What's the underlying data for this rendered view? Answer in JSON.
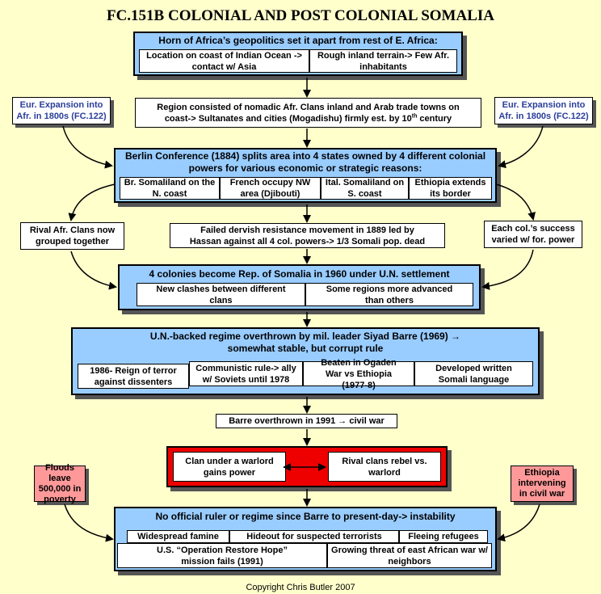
{
  "title": "FC.151B COLONIAL AND POST COLONIAL SOMALIA",
  "box1": {
    "heading": "Horn of Africa’s geopolitics set it apart from rest of E. Africa:",
    "items": [
      "Location on coast of Indian Ocean -> contact w/ Asia",
      "Rough inland terrain-> Few Afr. inhabitants"
    ]
  },
  "region_box": {
    "line1": "Region consisted of nomadic Afr. Clans inland and Arab trade towns on",
    "line2": "coast-> Sultanates and cities (Mogadishu) firmly est. by 10",
    "sup": "th",
    "line2_end": " century"
  },
  "eur_left": "Eur. Expansion into Afr. in 1800s (FC.122)",
  "eur_right": "Eur. Expansion into Afr. in 1800s (FC.122)",
  "box2": {
    "heading": "Berlin Conference (1884) splits area into 4 states owned by 4 different colonial powers for various economic or strategic reasons:",
    "items": [
      "Br. Somaliland on the N. coast",
      "French occupy NW area (Djibouti)",
      "Ital. Somaliland on S. coast",
      "Ethiopia extends its border"
    ]
  },
  "rival_clans": "Rival Afr. Clans now grouped together",
  "dervish": "Failed dervish resistance movement in 1889 led by Hassan against all 4 col. powers-> 1/3 Somali pop. dead",
  "col_success": "Each col.’s success varied w/ for. power",
  "box3": {
    "heading": "4 colonies become Rep. of Somalia in 1960 under U.N. settlement",
    "items": [
      "New clashes between different clans",
      "Some regions more advanced than others"
    ]
  },
  "box4": {
    "heading": "U.N.-backed regime overthrown by mil. leader Siyad Barre (1969) → somewhat stable, but corrupt rule",
    "items": [
      "1986- Reign of terror against dissenters",
      "Communistic rule-> ally w/ Soviets until 1978",
      "Beaten in Ogaden War vs Ethiopia (1977-8)",
      "Developed written Somali language"
    ]
  },
  "barre_overthrown": "Barre overthrown in 1991 → civil war",
  "red_box": {
    "left": "Clan under a warlord gains power",
    "right": "Rival clans rebel vs. warlord"
  },
  "floods": "Floods leave 500,000 in poverty",
  "ethiopia_intervening": "Ethiopia intervening in civil war",
  "box5": {
    "heading": "No official ruler or regime since Barre to present-day-> instability",
    "items": [
      "Widespread famine",
      "Hideout for suspected  terrorists",
      "Fleeing refugees",
      "U.S. “Operation Restore Hope” mission fails (1991)",
      "Growing threat of east African war w/ neighbors"
    ]
  },
  "copyright": "Copyright Chris Butler 2007",
  "colors": {
    "background": "#ffffcc",
    "band": "#99ccff",
    "warlord": "#ee0000",
    "side_text": "#2a3d99",
    "pink": "#ff9999"
  }
}
